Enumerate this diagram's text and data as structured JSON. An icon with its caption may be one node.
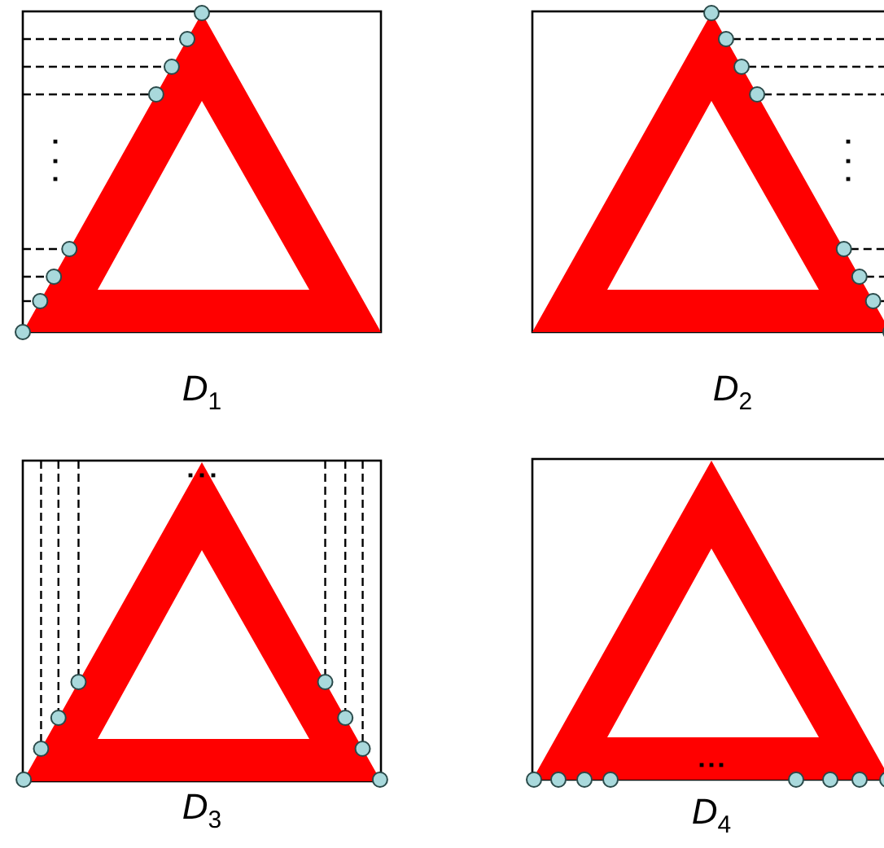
{
  "diagram": {
    "labels": [
      "*D*$_{1}$",
      "*D*$_{2}$",
      "*D*$_{3}$",
      "*D*$_{4}$"
    ]
  }
}
